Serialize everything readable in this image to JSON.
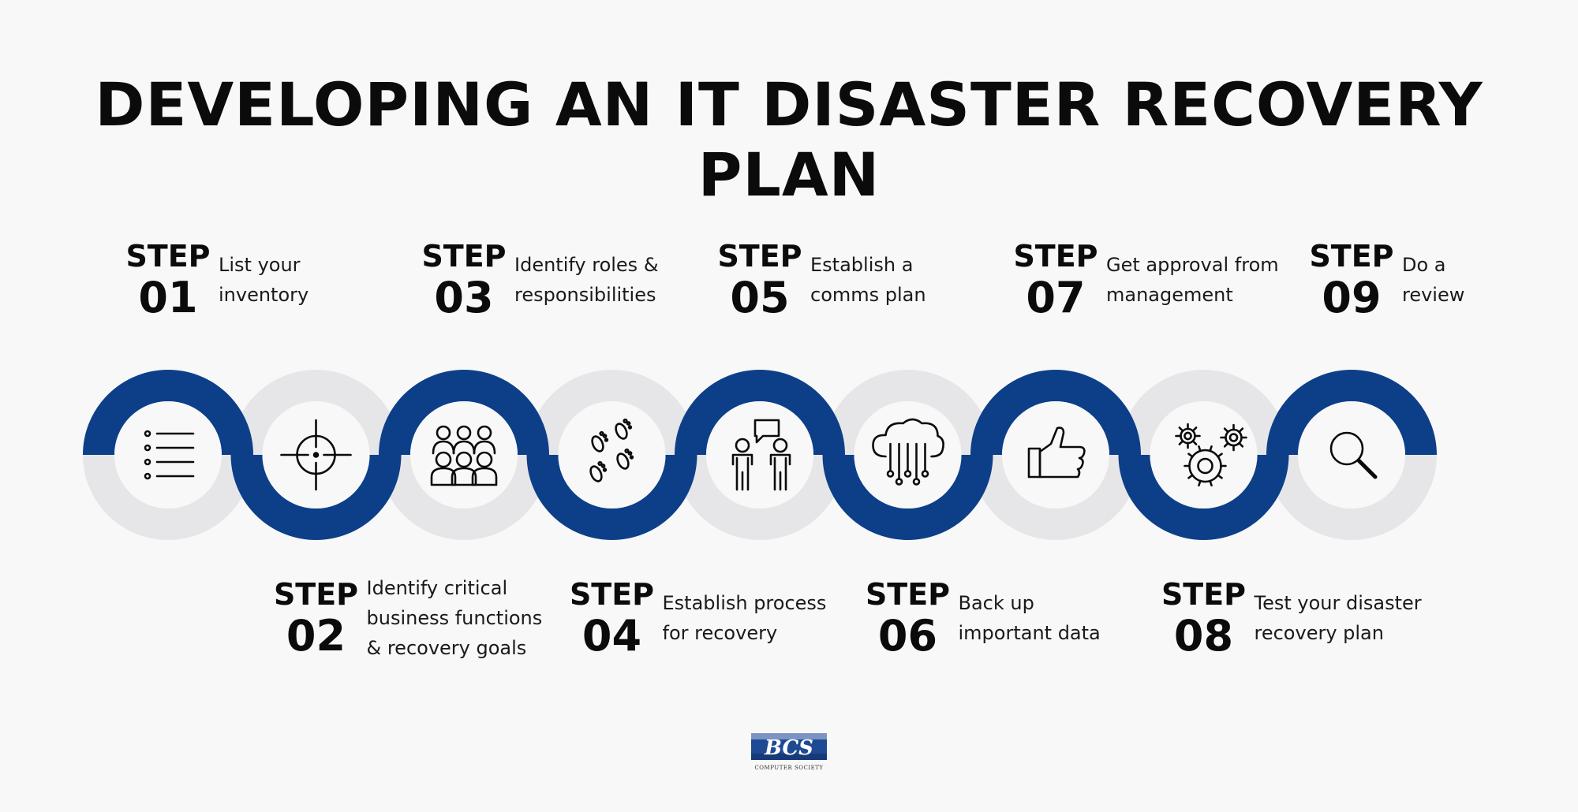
{
  "title": "DEVELOPING AN IT DISASTER RECOVERY PLAN",
  "colors": {
    "accent": "#0d3f89",
    "track": "#e6e6e9",
    "ink": "#0b0b0b",
    "background": "#f8f8f8"
  },
  "steps": [
    {
      "word": "STEP",
      "number": "01",
      "lines": [
        "List your",
        "inventory"
      ],
      "icon": "checklist-icon"
    },
    {
      "word": "STEP",
      "number": "02",
      "lines": [
        "Identify critical",
        "business functions",
        "& recovery goals"
      ],
      "icon": "crosshair-target-icon"
    },
    {
      "word": "STEP",
      "number": "03",
      "lines": [
        "Identify roles &",
        "responsibilities"
      ],
      "icon": "team-people-icon"
    },
    {
      "word": "STEP",
      "number": "04",
      "lines": [
        "Establish process",
        "for recovery"
      ],
      "icon": "footprints-icon"
    },
    {
      "word": "STEP",
      "number": "05",
      "lines": [
        "Establish a",
        "comms plan"
      ],
      "icon": "conversation-people-icon"
    },
    {
      "word": "STEP",
      "number": "06",
      "lines": [
        "Back up",
        "important data"
      ],
      "icon": "cloud-network-icon"
    },
    {
      "word": "STEP",
      "number": "07",
      "lines": [
        "Get approval from",
        "management"
      ],
      "icon": "thumbs-up-icon"
    },
    {
      "word": "STEP",
      "number": "08",
      "lines": [
        "Test your disaster",
        "recovery plan"
      ],
      "icon": "gears-icon"
    },
    {
      "word": "STEP",
      "number": "09",
      "lines": [
        "Do a",
        "review"
      ],
      "icon": "magnifier-icon"
    }
  ],
  "logo": {
    "text": "BCS",
    "caption": "COMPUTER SOCIETY"
  }
}
